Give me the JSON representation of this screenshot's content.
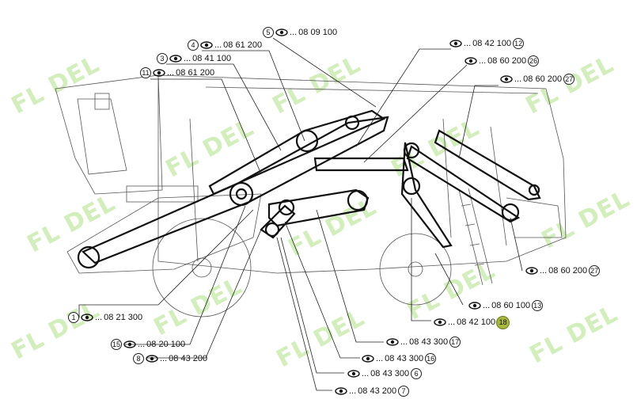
{
  "watermark": {
    "text": "FL DEL",
    "color": "#c9ecb0"
  },
  "highlight_color": "#a8b83a",
  "eye_icon": "eye-icon",
  "callouts": [
    {
      "num": "5",
      "prefix": "...",
      "ref": "08 09 100",
      "highlight": false
    },
    {
      "num": "4",
      "prefix": "...",
      "ref": "08 61 200",
      "highlight": false
    },
    {
      "num": "3",
      "prefix": "...",
      "ref": "08 41 100",
      "highlight": false
    },
    {
      "num": "11",
      "prefix": "...",
      "ref": "08 61 200",
      "highlight": false
    },
    {
      "num": "12",
      "prefix": "...",
      "ref": "08 42 100",
      "highlight": false
    },
    {
      "num": "26",
      "prefix": "...",
      "ref": "08 60 200",
      "highlight": false
    },
    {
      "num": "27",
      "prefix": "...",
      "ref": "08 60 200",
      "highlight": false
    },
    {
      "num": "27",
      "prefix": "...",
      "ref": "08 60 200",
      "highlight": false
    },
    {
      "num": "13",
      "prefix": "...",
      "ref": "08 60 100",
      "highlight": false
    },
    {
      "num": "18",
      "prefix": "...",
      "ref": "08 42 100",
      "highlight": true
    },
    {
      "num": "1",
      "prefix": "...",
      "ref": "08 21 300",
      "highlight": false
    },
    {
      "num": "15",
      "prefix": "...",
      "ref": "08 20 100",
      "highlight": false
    },
    {
      "num": "17",
      "prefix": "...",
      "ref": "08 43 300",
      "highlight": false
    },
    {
      "num": "8",
      "prefix": "...",
      "ref": "08 43 200",
      "highlight": false
    },
    {
      "num": "16",
      "prefix": "...",
      "ref": "08 43 300",
      "highlight": false
    },
    {
      "num": "6",
      "prefix": "...",
      "ref": "08 43 300",
      "highlight": false
    },
    {
      "num": "7",
      "prefix": "...",
      "ref": "08 43 200",
      "highlight": false
    }
  ]
}
